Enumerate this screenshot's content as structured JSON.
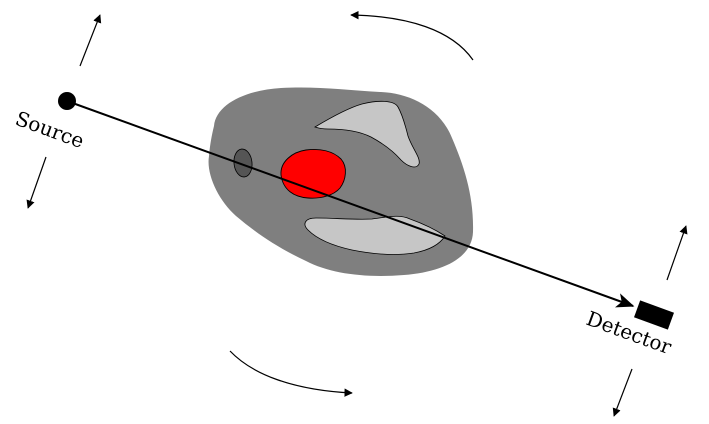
{
  "labels": {
    "source": "Source",
    "detector": "Detector"
  },
  "colors": {
    "background": "#ffffff",
    "body_fill": "#7f7f7f",
    "organ_fill": "#c6c6c6",
    "small_organ_fill": "#555555",
    "target_fill": "#ff0000",
    "beam": "#000000",
    "source_point": "#000000",
    "detector_block": "#000000",
    "motion_arrows": "#000000"
  },
  "icons": {
    "source": "filled-circle",
    "detector": "filled-rectangle",
    "motion": "arrow"
  }
}
